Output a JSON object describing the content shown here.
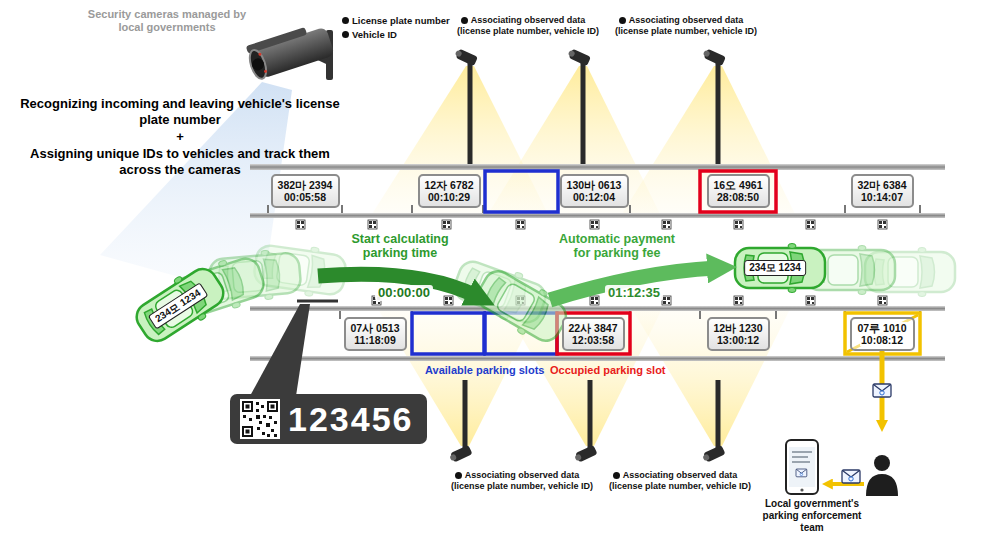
{
  "diagram": {
    "nodes": [
      {
        "text": [
          "382마 2394",
          "00:05:58"
        ]
      },
      {
        "text": [
          "12자 6782",
          "00:10:29"
        ]
      },
      {
        "text": [
          "130바 0613",
          "00:12:04"
        ]
      },
      {
        "text": [
          "16오 4961",
          "28:08:50"
        ]
      },
      {
        "text": [
          "32마 6384",
          "10:14:07"
        ]
      },
      {
        "text": [
          "07사 0513",
          "11:18:09"
        ]
      },
      {
        "text": [
          "22사 3847",
          "12:03:58"
        ]
      },
      {
        "text": [
          "12바 1230",
          "13:00:12"
        ]
      },
      {
        "text": [
          "07루 1010",
          "10:08:12"
        ]
      },
      {
        "text": [
          "123456"
        ]
      },
      {
        "text": [
          "Local government's parking enforcement team"
        ]
      }
    ],
    "edges": [
      {
        "from": 8,
        "to": 10,
        "arrow": "to"
      }
    ],
    "labels": [
      "Security cameras managed by local governments",
      "Recognizing incoming and leaving vehicle's license plate number",
      "+",
      "Assigning unique IDs to vehicles and track them across the cameras",
      "License plate number",
      "Vehicle ID",
      "Associating observed data (license plate number, vehicle ID)",
      "Associating observed data (license plate number, vehicle ID)",
      "Start calculating parking time",
      "00:00:00",
      "Automatic payment for parking fee",
      "01:12:35",
      "234모 1234",
      "234모 1234",
      "Available parking slots",
      "Occupied parking slot",
      "Associating observed data (license plate number, vehicle ID)",
      "Associating observed data (license plate number, vehicle ID)"
    ]
  }
}
